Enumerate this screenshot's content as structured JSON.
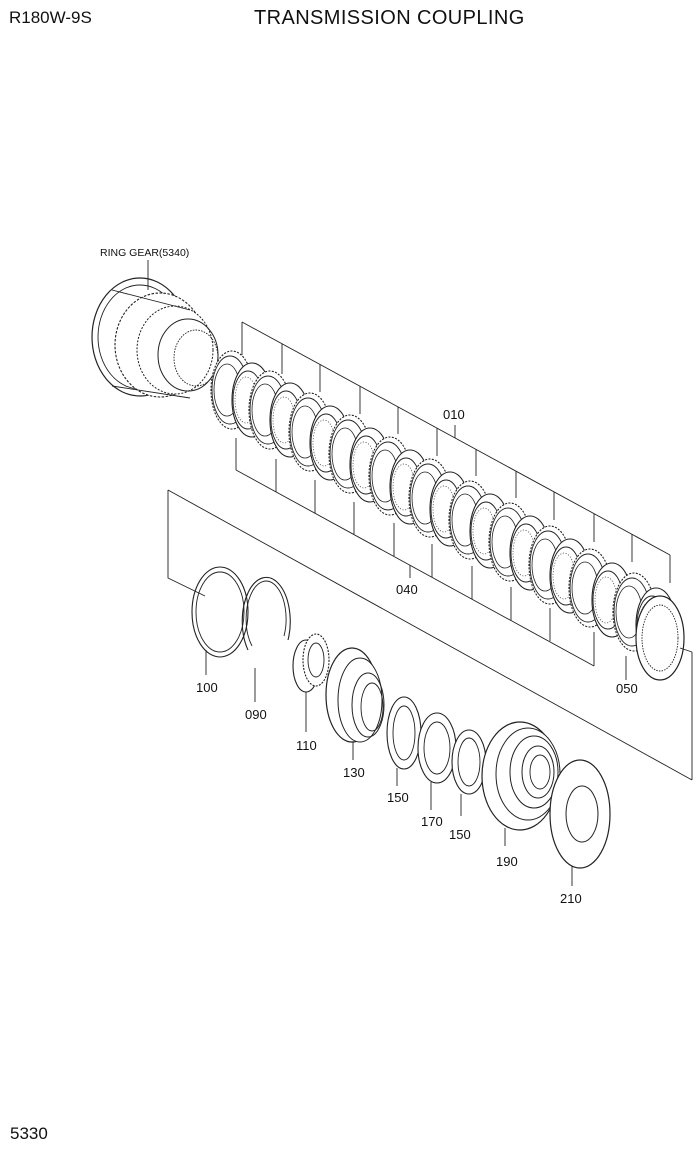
{
  "header": {
    "model": "R180W-9S",
    "title": "TRANSMISSION COUPLING"
  },
  "footer": {
    "page_number": "5330"
  },
  "diagram": {
    "reference_label": "RING GEAR(5340)",
    "part_labels": {
      "p010": "010",
      "p040": "040",
      "p050": "050",
      "p100": "100",
      "p090": "090",
      "p110": "110",
      "p130": "130",
      "p150a": "150",
      "p170": "170",
      "p150b": "150",
      "p190": "190",
      "p210": "210"
    }
  }
}
